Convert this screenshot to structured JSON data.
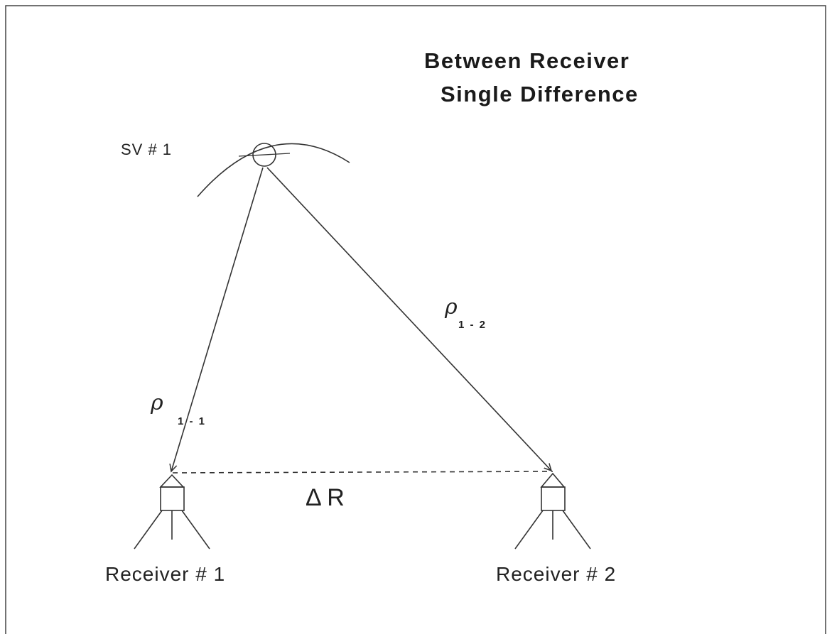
{
  "diagram": {
    "title_line1": "Between Receiver",
    "title_line2": "Single Difference",
    "satellite_label": "SV # 1",
    "range1": {
      "symbol": "ρ",
      "subscript": "1 - 1"
    },
    "range2": {
      "symbol": "ρ",
      "subscript": "1 - 2"
    },
    "baseline_label": "Δ R",
    "receiver1_label": "Receiver # 1",
    "receiver2_label": "Receiver # 2"
  }
}
